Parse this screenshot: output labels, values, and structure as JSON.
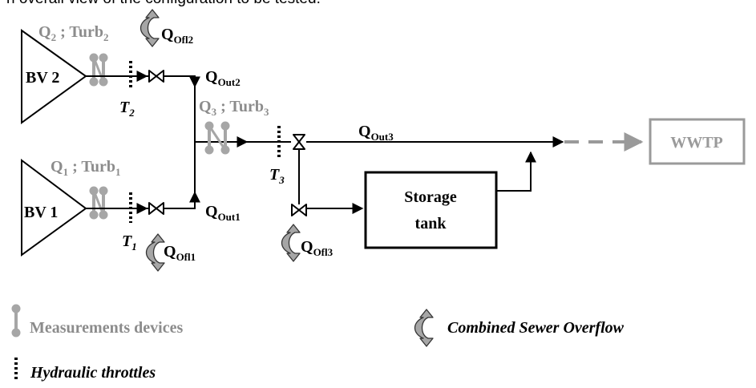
{
  "caption": "n overall view of the configuration to be tested.",
  "basins": {
    "bv2": "BV 2",
    "bv1": "BV 1"
  },
  "flow_labels": {
    "q2": "Q",
    "q2_sub": "2",
    "turb2_sep": " ; Turb",
    "turb2_sub": "2",
    "q1": "Q",
    "q1_sub": "1",
    "turb1_sep": " ; Turb",
    "turb1_sub": "1",
    "q3": "Q",
    "q3_sub": "3",
    "turb3_sep": " ; Turb",
    "turb3_sub": "3"
  },
  "outlets": {
    "qout2": "Q",
    "qout2_sub": "Out2",
    "qout1": "Q",
    "qout1_sub": "Out1",
    "qout3": "Q",
    "qout3_sub": "Out3"
  },
  "overflows": {
    "qofl2": "Q",
    "qofl2_sub": "Ofl2",
    "qofl1": "Q",
    "qofl1_sub": "Ofl1",
    "qofl3": "Q",
    "qofl3_sub": "Ofl3"
  },
  "throttles": {
    "t2": "T",
    "t2_sub": "2",
    "t1": "T",
    "t1_sub": "1",
    "t3": "T",
    "t3_sub": "3"
  },
  "storage_tank": {
    "line1": "Storage",
    "line2": "tank"
  },
  "wwtp": "WWTP",
  "legend": {
    "measurement": "Measurements devices",
    "throttle": "Hydraulic throttles",
    "overflow": "Combined Sewer Overflow"
  },
  "colors": {
    "line": "#000000",
    "gray": "#8c8c8c",
    "device": "#a6a6a6",
    "text_gray": "#8c8c8c"
  }
}
